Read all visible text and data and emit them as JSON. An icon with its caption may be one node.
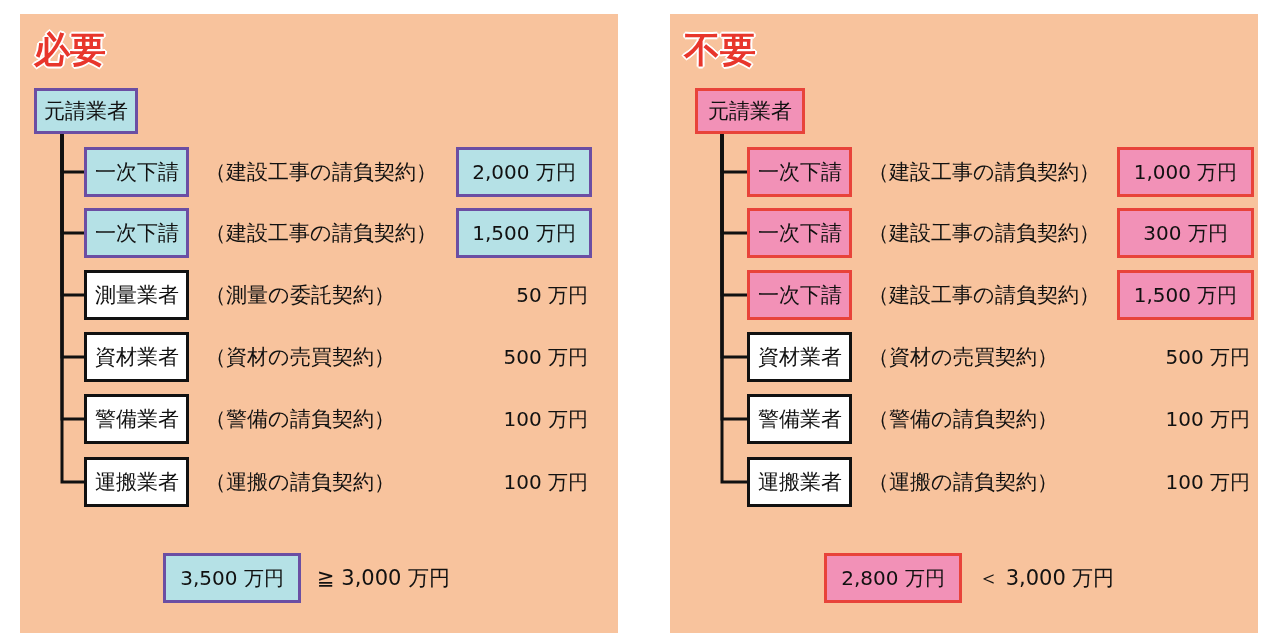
{
  "diagram": {
    "nodes": [
      {
        "text": [
          "必要"
        ]
      },
      {
        "text": [
          "元請業者"
        ],
        "in": 0
      },
      {
        "text": [
          "一次下請"
        ],
        "in": 0,
        "beside": [
          "（建設工事の請負契約）"
        ]
      },
      {
        "text": [
          "2,000 万円"
        ],
        "in": 0
      },
      {
        "text": [
          "一次下請"
        ],
        "in": 0,
        "beside": [
          "（建設工事の請負契約）"
        ]
      },
      {
        "text": [
          "1,500 万円"
        ],
        "in": 0
      },
      {
        "text": [
          "測量業者"
        ],
        "in": 0,
        "beside": [
          "（測量の委託契約）"
        ]
      },
      {
        "text": [
          "資材業者"
        ],
        "in": 0,
        "beside": [
          "（資材の売買契約）"
        ]
      },
      {
        "text": [
          "警備業者"
        ],
        "in": 0,
        "beside": [
          "（警備の請負契約）"
        ]
      },
      {
        "text": [
          "運搬業者"
        ],
        "in": 0,
        "beside": [
          "（運搬の請負契約）"
        ]
      },
      {
        "text": [
          "3,500 万円"
        ],
        "in": 0,
        "beside": [
          "≧ 3,000 万円"
        ]
      },
      {
        "text": [
          "不要"
        ]
      },
      {
        "text": [
          "元請業者"
        ],
        "in": 11
      },
      {
        "text": [
          "一次下請"
        ],
        "in": 11,
        "beside": [
          "（建設工事の請負契約）"
        ]
      },
      {
        "text": [
          "1,000 万円"
        ],
        "in": 11
      },
      {
        "text": [
          "一次下請"
        ],
        "in": 11,
        "beside": [
          "（建設工事の請負契約）"
        ]
      },
      {
        "text": [
          "300 万円"
        ],
        "in": 11
      },
      {
        "text": [
          "一次下請"
        ],
        "in": 11,
        "beside": [
          "（建設工事の請負契約）"
        ]
      },
      {
        "text": [
          "1,500 万円"
        ],
        "in": 11
      },
      {
        "text": [
          "資材業者"
        ],
        "in": 11,
        "beside": [
          "（資材の売買契約）"
        ]
      },
      {
        "text": [
          "警備業者"
        ],
        "in": 11,
        "beside": [
          "（警備の請負契約）"
        ]
      },
      {
        "text": [
          "運搬業者"
        ],
        "in": 11,
        "beside": [
          "（運搬の請負契約）"
        ]
      },
      {
        "text": [
          "2,800 万円"
        ],
        "in": 11,
        "beside": [
          "＜ 3,000 万円"
        ]
      }
    ],
    "edges": [
      {
        "from": 1,
        "to": 2,
        "arrow": "none"
      },
      {
        "from": 1,
        "to": 4,
        "arrow": "none"
      },
      {
        "from": 1,
        "to": 6,
        "arrow": "none"
      },
      {
        "from": 1,
        "to": 7,
        "arrow": "none"
      },
      {
        "from": 1,
        "to": 8,
        "arrow": "none"
      },
      {
        "from": 1,
        "to": 9,
        "arrow": "none"
      },
      {
        "from": 12,
        "to": 13,
        "arrow": "none"
      },
      {
        "from": 12,
        "to": 15,
        "arrow": "none"
      },
      {
        "from": 12,
        "to": 17,
        "arrow": "none"
      },
      {
        "from": 12,
        "to": 19,
        "arrow": "none"
      },
      {
        "from": 12,
        "to": 20,
        "arrow": "none"
      },
      {
        "from": 12,
        "to": 21,
        "arrow": "none"
      }
    ],
    "labels": [
      "50 万円",
      "500 万円",
      "100 万円",
      "100 万円",
      "500 万円",
      "100 万円",
      "100 万円"
    ]
  }
}
